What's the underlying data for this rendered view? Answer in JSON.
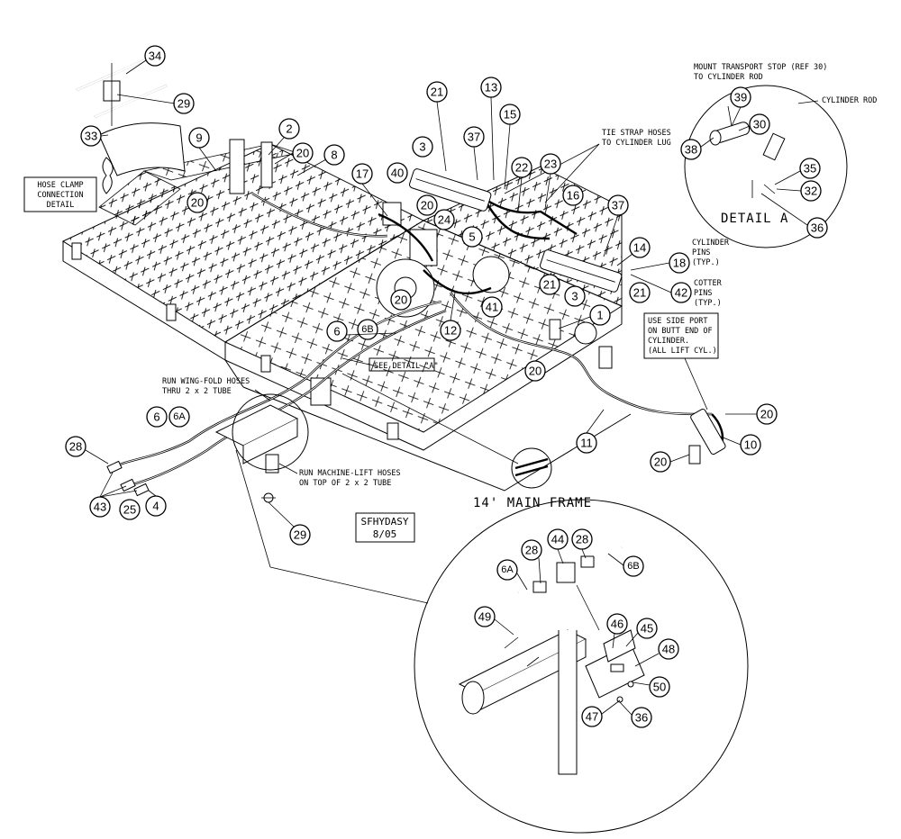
{
  "diagram": {
    "title": "14' MAIN FRAME",
    "drawing_code_line1": "SFHYDASY",
    "drawing_code_line2": "8/05",
    "detail_a_label": "DETAIL A",
    "notes": {
      "hose_clamp": [
        "HOSE CLAMP",
        "CONNECTION",
        "DETAIL"
      ],
      "mount_transport_stop": [
        "MOUNT TRANSPORT STOP (REF 30)",
        "TO CYLINDER ROD"
      ],
      "cylinder_rod": "CYLINDER ROD",
      "tie_strap": [
        "TIE STRAP HOSES",
        "TO CYLINDER LUG"
      ],
      "cylinder_pins": [
        "CYLINDER",
        "PINS",
        "(TYP.)"
      ],
      "cotter_pins": [
        "COTTER",
        "PINS",
        "(TYP.)"
      ],
      "side_port": [
        "USE SIDE PORT",
        "ON BUTT END OF",
        "CYLINDER.",
        "(ALL LIFT CYL.)"
      ],
      "see_detail": "SEE DETAIL \"A\"",
      "wing_fold": [
        "RUN WING-FOLD HOSES",
        "THRU 2 x 2 TUBE"
      ],
      "machine_lift": [
        "RUN MACHINE-LIFT HOSES",
        "ON TOP OF 2 x 2 TUBE"
      ]
    },
    "callouts": {
      "c34": "34",
      "c29a": "29",
      "c33": "33",
      "c9": "9",
      "c2": "2",
      "c20a": "20",
      "c8": "8",
      "c20b": "20",
      "c17": "17",
      "c40": "40",
      "c21a": "21",
      "c13": "13",
      "c15": "15",
      "c3a": "3",
      "c37a": "37",
      "c22": "22",
      "c23": "23",
      "c16": "16",
      "c37b": "37",
      "c20c": "20",
      "c24": "24",
      "c5": "5",
      "c14": "14",
      "c18": "18",
      "c21b": "21",
      "c3b": "3",
      "c21c": "21",
      "c42": "42",
      "c20d": "20",
      "c41": "41",
      "c12": "12",
      "c6": "6",
      "c6b": "6B",
      "c1": "1",
      "c20e": "20",
      "c11": "11",
      "c20f": "20",
      "c10": "10",
      "c20g": "20",
      "c6c": "6",
      "c6a": "6A",
      "c28a": "28",
      "c43": "43",
      "c25": "25",
      "c4": "4",
      "c29b": "29",
      "c39": "39",
      "c30": "30",
      "c38": "38",
      "c35": "35",
      "c32": "32",
      "c36a": "36",
      "c6a2": "6A",
      "c28b": "28",
      "c44": "44",
      "c28c": "28",
      "c6b2": "6B",
      "c49": "49",
      "c46": "46",
      "c45": "45",
      "c48": "48",
      "c50": "50",
      "c47": "47",
      "c36b": "36"
    }
  }
}
